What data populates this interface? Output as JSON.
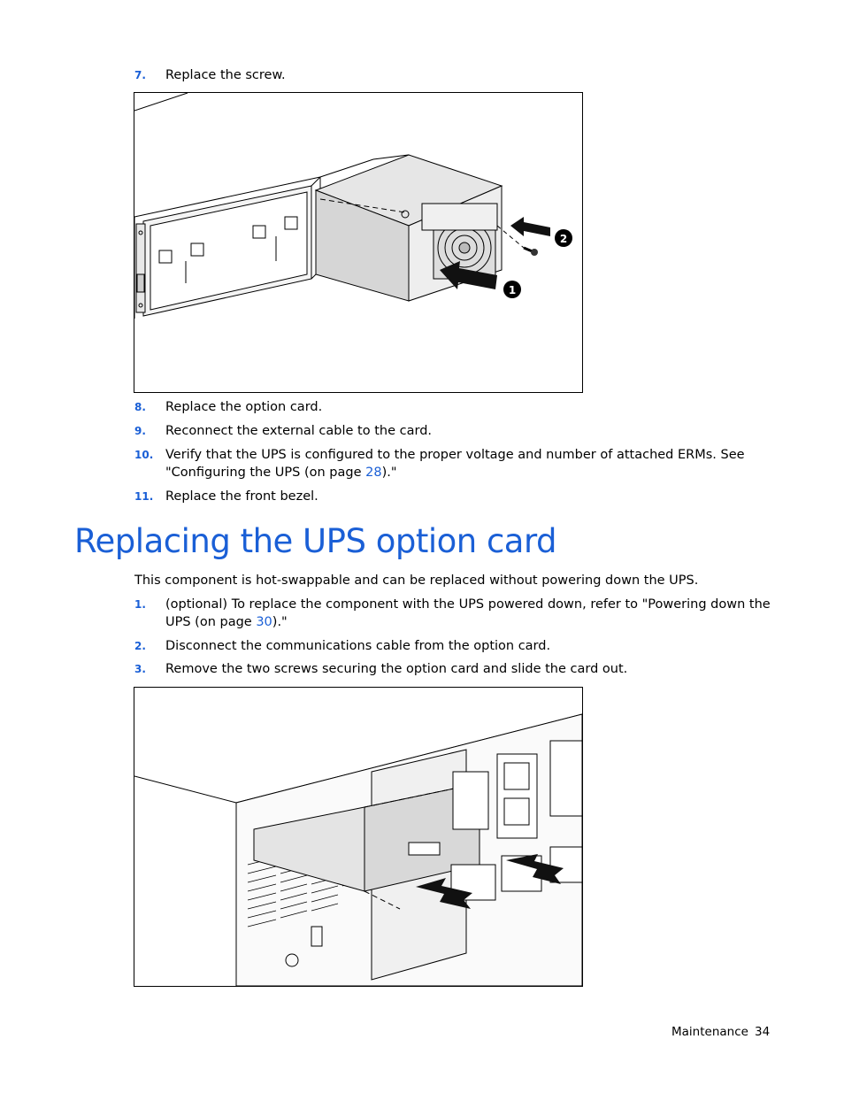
{
  "steps_top": [
    {
      "num": "7.",
      "text": "Replace the screw."
    },
    {
      "num": "8.",
      "text": "Replace the option card."
    },
    {
      "num": "9.",
      "text": "Reconnect the external cable to the card."
    },
    {
      "num": "10.",
      "text_before": "Verify that the UPS is configured to the proper voltage and number of attached ERMs. See \"Configuring the UPS (on page ",
      "link": "28",
      "text_after": ").\""
    },
    {
      "num": "11.",
      "text": "Replace the front bezel."
    }
  ],
  "figure1": {
    "callouts": [
      "2",
      "1"
    ]
  },
  "section": {
    "title": "Replacing the UPS option card",
    "intro": "This component is hot-swappable and can be replaced without powering down the UPS.",
    "steps": [
      {
        "num": "1.",
        "text_before": "(optional) To replace the component with the UPS powered down, refer to \"Powering down the UPS (on page ",
        "link": "30",
        "text_after": ").\""
      },
      {
        "num": "2.",
        "text": "Disconnect the communications cable from the option card."
      },
      {
        "num": "3.",
        "text": "Remove the two screws securing the option card and slide the card out."
      }
    ]
  },
  "footer": {
    "section": "Maintenance",
    "page": "34"
  },
  "colors": {
    "accent": "#1a5fd6"
  }
}
